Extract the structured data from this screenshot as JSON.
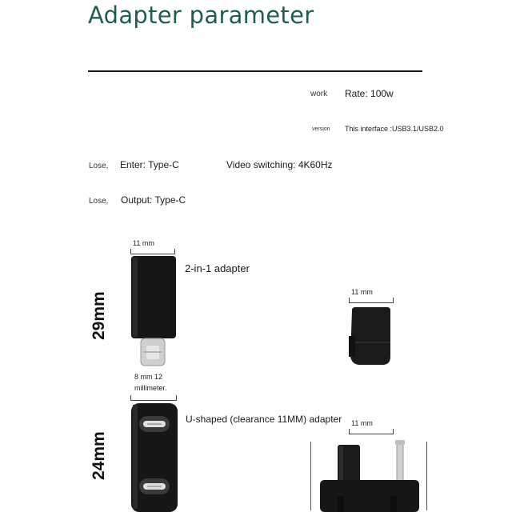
{
  "header": {
    "title": "Adapter parameter"
  },
  "specs": {
    "work_label": "work",
    "work_value": "Rate: 100w",
    "version_label": "version",
    "version_value": "This interface :USB3.1/USB2.0",
    "input_label": "Lose,",
    "input_value": "Enter: Type-C",
    "video_value": "Video switching: 4K60Hz",
    "output_label": "Lose,",
    "output_value": "Output: Type-C"
  },
  "product1": {
    "width_label": "11 mm",
    "height_label": "29mm",
    "name": "2-in-1 adapter",
    "side_width_label": "11 mm",
    "bottom_label_line1": "8 mm 12",
    "bottom_label_line2": "millimeter."
  },
  "product2": {
    "height_label": "24mm",
    "name": "U-shaped (clearance 11MM) adapter",
    "side_width_label": "11 mm"
  },
  "colors": {
    "title": "#1f5e4f",
    "device": "#151515",
    "metal": "#c9c9c9"
  }
}
